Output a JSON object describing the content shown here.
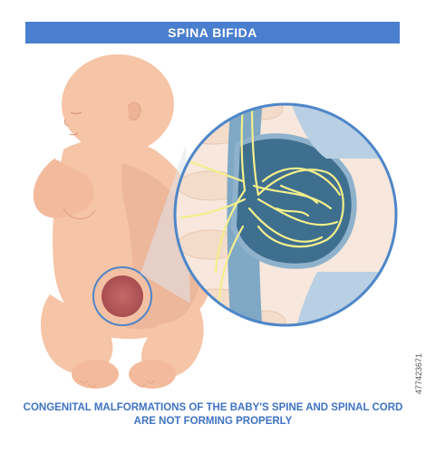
{
  "title": "SPINA BIFIDA",
  "caption": {
    "line1": "CONGENITAL MALFORMATIONS OF THE BABY'S SPINE AND SPINAL CORD",
    "line2": "ARE NOT FORMING PROPERLY"
  },
  "watermark": "477423671",
  "colors": {
    "title_bar": "#4a7fcf",
    "caption_text": "#3f73c3",
    "skin": "#f6c4a6",
    "skin_shadow": "#e7a98a",
    "lesion": "#b3585a",
    "magnifier_ring": "#4e86c8",
    "bone": "#f4dcca",
    "spinal_cord_bg": "#3e6b88",
    "nerve": "#f3ef8c"
  }
}
